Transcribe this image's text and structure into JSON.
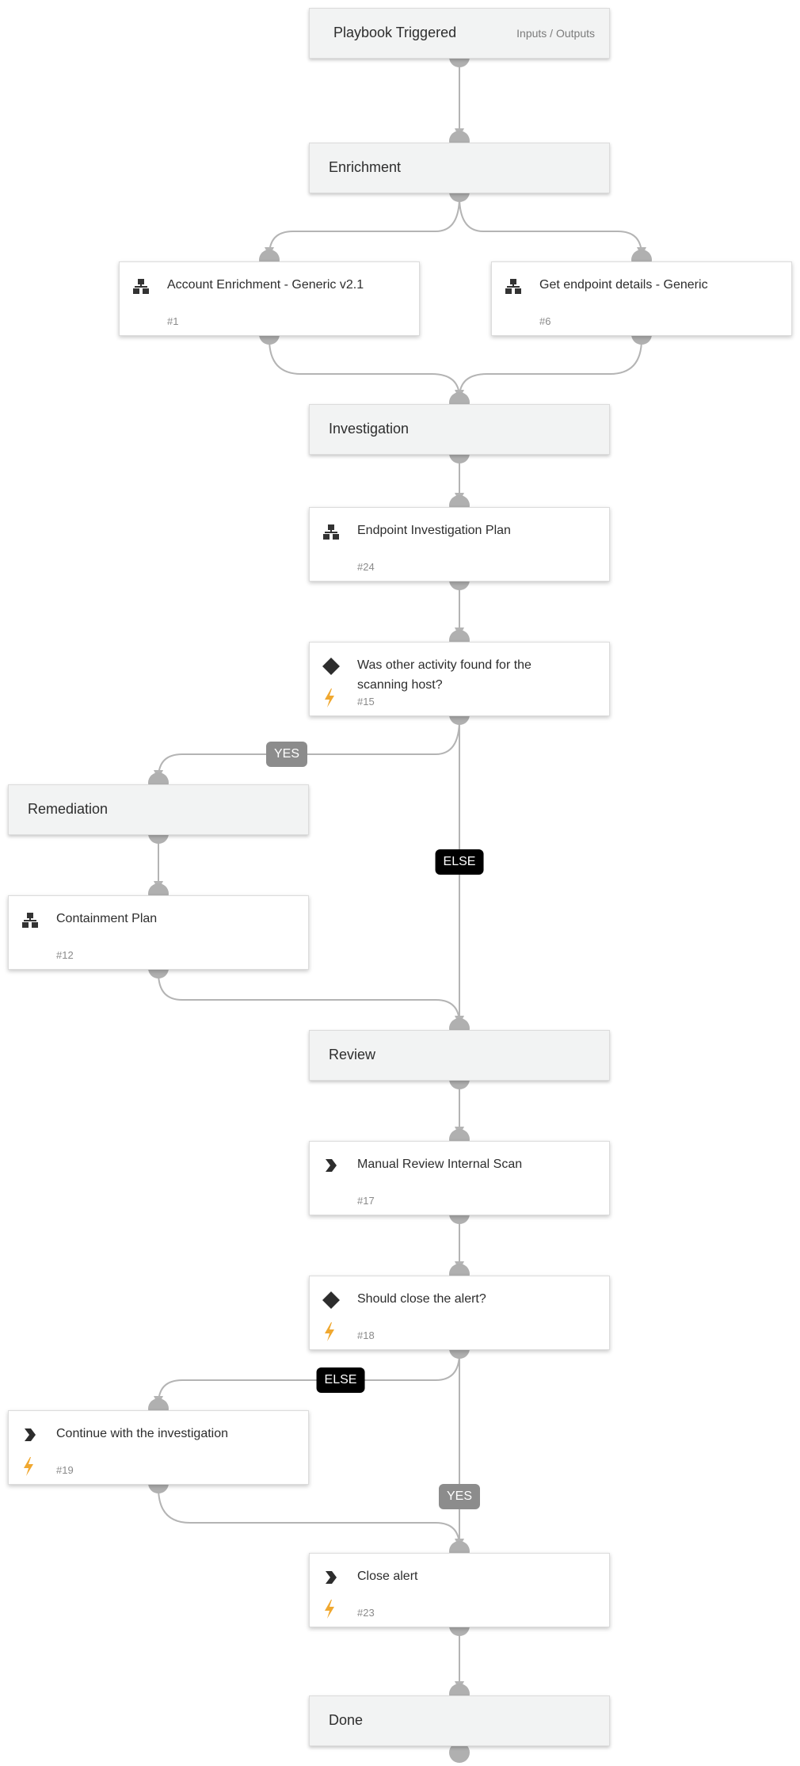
{
  "header": {
    "title": "Playbook Triggered",
    "io_link": "Inputs / Outputs"
  },
  "sections": {
    "enrichment": "Enrichment",
    "investigation": "Investigation",
    "remediation": "Remediation",
    "review": "Review",
    "done": "Done"
  },
  "tasks": {
    "account_enrichment": {
      "title": "Account Enrichment - Generic v2.1",
      "number": "#1",
      "icon": "subplaybook-icon"
    },
    "endpoint_details": {
      "title": "Get endpoint details - Generic",
      "number": "#6",
      "icon": "subplaybook-icon"
    },
    "endpoint_investigation": {
      "title": "Endpoint Investigation Plan",
      "number": "#24",
      "icon": "subplaybook-icon"
    },
    "other_activity": {
      "title": "Was other activity found for the scanning host?",
      "number": "#15",
      "icon": "condition-icon"
    },
    "containment": {
      "title": "Containment Plan",
      "number": "#12",
      "icon": "subplaybook-icon"
    },
    "manual_review": {
      "title": "Manual Review Internal Scan",
      "number": "#17",
      "icon": "manual-task-icon"
    },
    "should_close": {
      "title": "Should close the alert?",
      "number": "#18",
      "icon": "condition-icon"
    },
    "continue_investigation": {
      "title": "Continue with the investigation",
      "number": "#19",
      "icon": "manual-task-icon"
    },
    "close_alert": {
      "title": "Close alert",
      "number": "#23",
      "icon": "manual-task-icon"
    }
  },
  "branches": {
    "activity_yes": "YES",
    "activity_else": "ELSE",
    "close_else": "ELSE",
    "close_yes": "YES"
  },
  "colors": {
    "section_fill": "#f2f3f3",
    "edge": "#b4b4b4",
    "bolt": "#f0a830",
    "yes_badge": "#8c8c8c",
    "else_badge": "#000000"
  }
}
